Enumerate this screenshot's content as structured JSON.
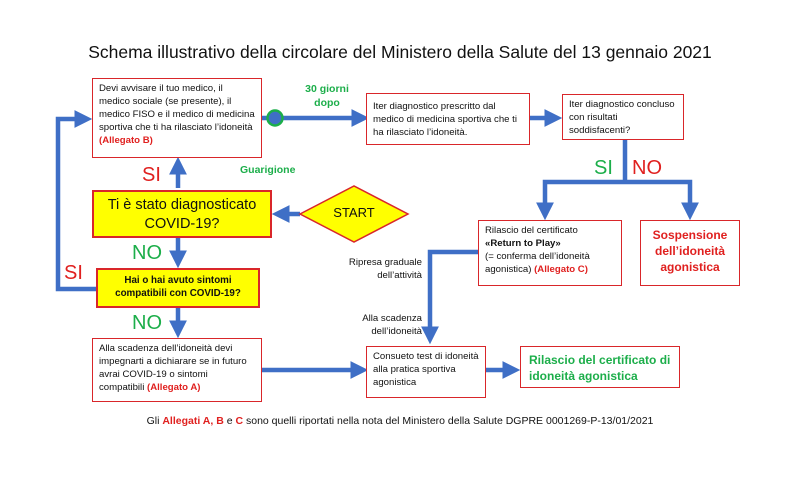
{
  "title": "Schema illustrativo della circolare del Ministero della Salute del 13 gennaio 2021",
  "boxes": {
    "avvisare": {
      "text": "Devi avvisare il tuo medico, il medico sociale (se presente), il medico FISO  e il medico di medicina sportiva che ti ha rilasciato l’idoneità",
      "allegato": "(Allegato B)"
    },
    "iter_prescritto": {
      "text": "Iter diagnostico prescritto dal medico di medicina sportiva che ti ha rilasciato l’idoneità."
    },
    "iter_concluso": {
      "text": "Iter diagnostico concluso con risultati soddisfacenti?"
    },
    "diagnosticato": {
      "text": "Ti è stato diagnosticato COVID-19?"
    },
    "start": {
      "text": "START"
    },
    "sintomi": {
      "text": "Hai o hai avuto sintomi compatibili con COVID-19?"
    },
    "scadenza": {
      "text": "Alla scadenza dell’idoneità devi impegnarti a dichiarare se in futuro avrai COVID-19 o sintomi compatibili",
      "allegato": "(Allegato A)"
    },
    "return_to_play": {
      "line1": "Rilascio del certificato",
      "bold": "«Return to Play»",
      "line2": "(= conferma dell’idoneità agonistica)",
      "allegato": "(Allegato C)"
    },
    "sospensione": {
      "text": "Sospensione dell’idoneità agonistica"
    },
    "consueto": {
      "text": "Consueto test di idoneità alla pratica sportiva agonistica"
    },
    "rilascio": {
      "text": "Rilascio del certificato di idoneità agonistica"
    }
  },
  "labels": {
    "trenta_giorni": "30 giorni dopo",
    "guarigione": "Guarigione",
    "si": "SI",
    "no": "NO",
    "ripresa": "Ripresa graduale dell’attività",
    "alla_scadenza": "Alla scadenza dell’idoneità"
  },
  "footer": {
    "pre": "Gli ",
    "allegati": "Allegati A, B",
    "mid": " e ",
    "c": "C",
    "post": " sono quelli riportati nella nota del Ministero della Salute DGPRE 0001269-P-13/01/2021"
  },
  "colors": {
    "arrow": "#3f6fc6",
    "red": "#e0201f",
    "green": "#1cae4a",
    "yellow": "#ffff00"
  }
}
